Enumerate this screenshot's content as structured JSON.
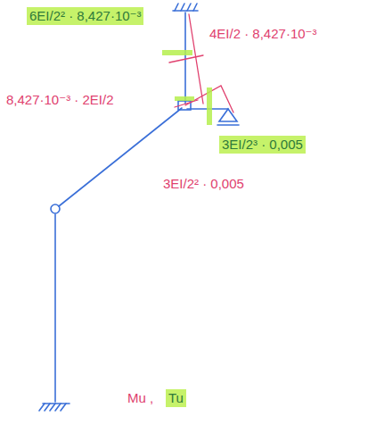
{
  "diagram": {
    "labels": [
      "6EI/2² · 8,427·10⁻³",
      "4EI/2 · 8,427·10⁻³",
      "8,427·10⁻³ · 2EI/2",
      "3EI/2³ · 0,005",
      "3EI/2² · 0,005",
      "Mu ,",
      "Tu"
    ]
  }
}
